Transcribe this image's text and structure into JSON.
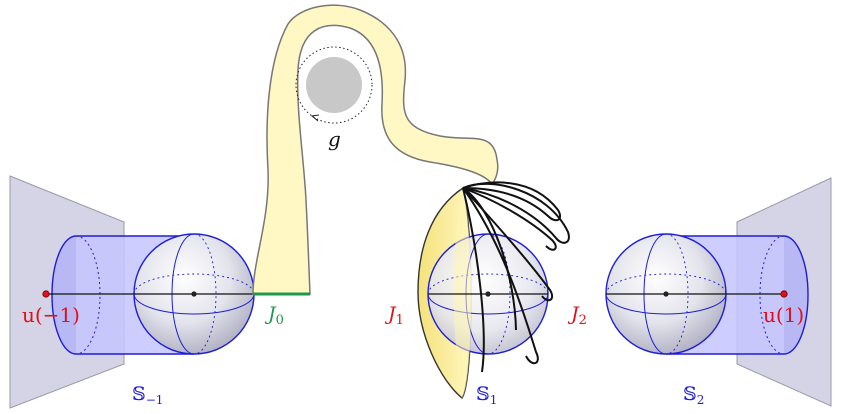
{
  "labels": {
    "u_minus_one": "u(−1)",
    "u_one": "u(1)",
    "J0_main": "J",
    "J0_sub": "0",
    "J1_main": "J",
    "J1_sub": "1",
    "J2_main": "J",
    "J2_sub": "2",
    "g": "g",
    "S_minus_1_main": "𝕊",
    "S_minus_1_sub": "−1",
    "S_1_main": "𝕊",
    "S_1_sub": "1",
    "S_2_main": "𝕊",
    "S_2_sub": "2"
  },
  "colors": {
    "red": "#e0101a",
    "green": "#1a9a4a",
    "blue": "#1d1dd8",
    "tube_fill": "#fff8c4",
    "tube_stroke": "#777777",
    "cone_fill": "#d4d4e6",
    "cylinder_fill": "#c8c8ff",
    "obstacle": "#c8c8c8"
  }
}
